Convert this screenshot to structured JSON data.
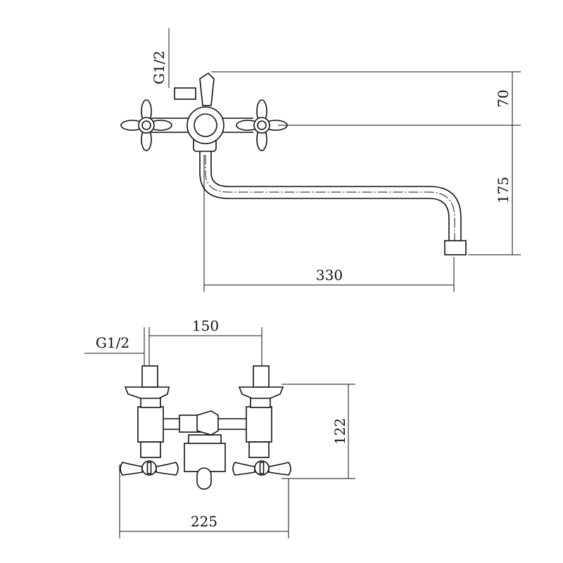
{
  "top_view": {
    "thread_label": "G1/2",
    "dim_height_upper": "70",
    "dim_height_lower": "175",
    "dim_spout_reach": "330"
  },
  "front_view": {
    "thread_label": "G1/2",
    "dim_center_distance": "150",
    "dim_height": "122",
    "dim_width": "225"
  }
}
